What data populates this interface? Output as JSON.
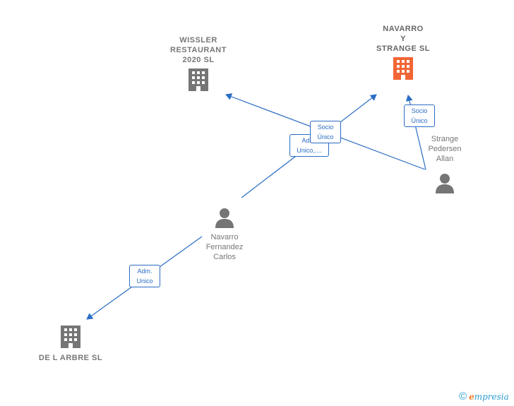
{
  "colors": {
    "edge": "#2a6dc4",
    "company_icon": "#757575",
    "company_icon_highlight": "#f26535",
    "person_icon": "#757575",
    "label_text": "#777777"
  },
  "nodes": {
    "wissler": {
      "label": "WISSLER\nRESTAURANT\n2020  SL",
      "icon": "building-icon"
    },
    "navarro_strange": {
      "label": "NAVARRO\nY\nSTRANGE  SL",
      "icon": "building-icon-highlighted"
    },
    "larbre": {
      "label": "DE L ARBRE SL",
      "icon": "building-icon"
    },
    "navarro_fernandez": {
      "label": "Navarro\nFernandez\nCarlos",
      "icon": "person-icon"
    },
    "strange_pedersen": {
      "label": "Strange\nPedersen\nAllan",
      "icon": "person-icon"
    }
  },
  "edges": {
    "adm_unico_wissler": {
      "label": "Adm.\nUnico,...."
    },
    "socio_unico_navarro": {
      "label": "Socio\nÚnico"
    },
    "socio_unico_strange": {
      "label": "Socio\nÚnico"
    },
    "adm_unico_larbre": {
      "label": "Adm.\nUnico"
    }
  },
  "footer": {
    "copyright": "©",
    "brand_initial": "e",
    "brand_rest": "mpresia"
  }
}
